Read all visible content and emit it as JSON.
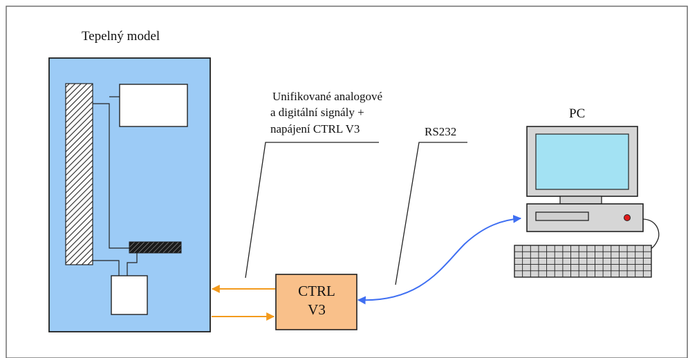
{
  "thermal_model": {
    "title": "Tepelný model"
  },
  "signals": {
    "line1": "Unifikované analogové",
    "line2": "a digitální signály +",
    "line3": "napájení CTRL V3"
  },
  "rs232": {
    "label": "RS232"
  },
  "pc": {
    "label": "PC"
  },
  "controller": {
    "line1": "CTRL",
    "line2": "V3"
  },
  "colors": {
    "model_fill": "#9ccbf6",
    "controller_fill": "#f9c08a",
    "monitor_screen": "#a3e2f3",
    "computer_body": "#d6d6d6",
    "orange_arrow": "#f39a1c",
    "blue_link": "#3f6ff2",
    "power_led": "#e01b1b"
  }
}
